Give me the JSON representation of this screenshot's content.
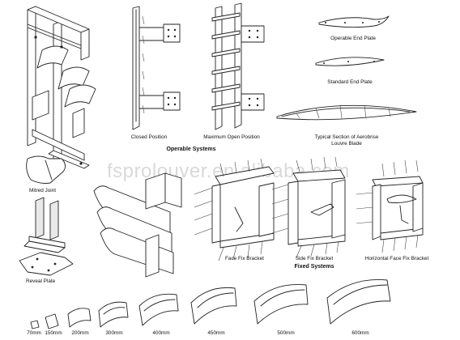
{
  "watermark": "fsprolouver.en.alibaba.com",
  "labels": {
    "operable_end_plate": "Operable End Plate",
    "standard_end_plate": "Standard End Plate",
    "typical_section_line1": "Typical Section of Aerobrise",
    "typical_section_line2": "Louvre Blade",
    "closed_position": "Closed Position",
    "maximum_open_position": "Maximum Open Position",
    "operable_systems": "Operable Systems",
    "mitred_joint": "Mitred Joint",
    "reveal_plate": "Reveal Plate",
    "face_fix_bracket": "Face Fix Bracket",
    "side_fix_bracket": "Side Fix Bracket",
    "horizontal_face_fix_bracket": "Horizontal Face Fix Bracket",
    "fixed_systems": "Fixed Systems"
  },
  "blade_sizes": [
    "70mm",
    "150mm",
    "200mm",
    "300mm",
    "400mm",
    "450mm",
    "500mm",
    "600mm"
  ]
}
